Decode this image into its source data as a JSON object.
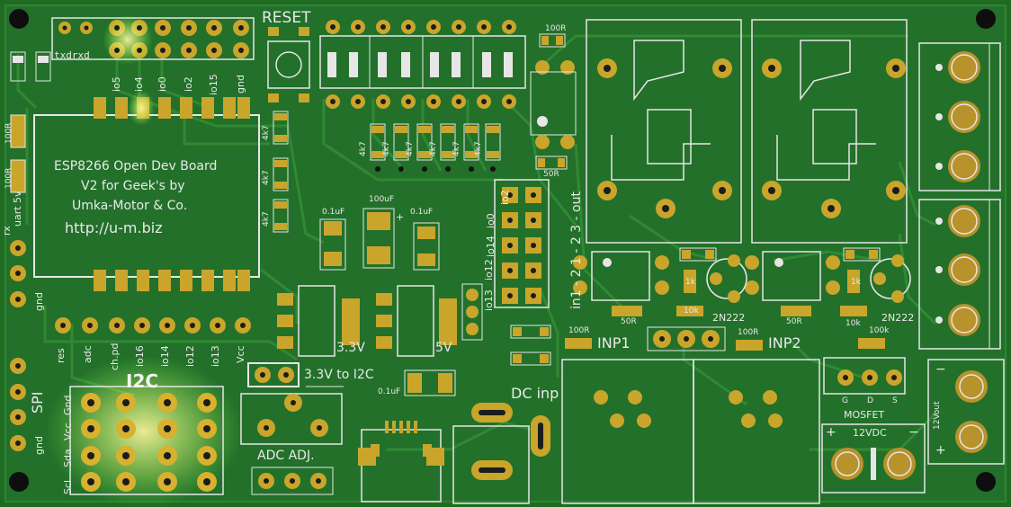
{
  "board": {
    "colors": {
      "board": "#1f6b21",
      "copper_fill": "#27762a",
      "trace": "#2f8a33",
      "silk": "#e6e6e6",
      "pad": "#c9a52b",
      "pad_dark": "#a6821b",
      "hole": "#1c1c1c",
      "smd": "#b8922a"
    },
    "reset_label": "RESET",
    "top_header": {
      "txdrxd": "txdrxd",
      "pins": [
        "io5",
        "io4",
        "io0",
        "io2",
        "io15",
        "gnd"
      ]
    },
    "esp_title": [
      "ESP8266 Open Dev Board",
      "V2 for Geek's by",
      "Umka-Motor & Co."
    ],
    "esp_url": "http://u-m.biz",
    "left_labels": {
      "rx": "rx",
      "uart": "uart 5v",
      "gnd_top": "gnd",
      "spi": "SPI",
      "gnd_bottom": "gnd",
      "r100_top": "100R",
      "r100_bot": "100R"
    },
    "bottom_header_pins": [
      "res",
      "adc",
      "ch.pd",
      "io16",
      "io14",
      "io12",
      "io13",
      "Vcc"
    ],
    "i2c": {
      "title": "I2C",
      "rows": [
        "Gnd",
        "Vcc",
        "Sda",
        "Scl"
      ]
    },
    "jumper_label": "3.3V to I2C",
    "adc_label": "ADC ADJ.",
    "regulators": {
      "v33": "3.3V",
      "v5": "5V"
    },
    "caps": {
      "c1": "0.1uF",
      "c2": "100uF",
      "c3": "0.1uF",
      "c4": "0.1uF",
      "plus": "+"
    },
    "resistors_4k7": [
      "4k7",
      "4k7",
      "4k7",
      "4k7",
      "4k7",
      "4k7"
    ],
    "side_4k7": [
      "4k7",
      "4k7",
      "4k7"
    ],
    "io_column": [
      "io2",
      "io0",
      "io14",
      "io12",
      "io13"
    ],
    "relay_io": "in1 - 2 1 - 2 3 - out",
    "r_labels": {
      "r100_top": "100R",
      "r50_a": "50R",
      "r50_b": "50R",
      "r50_c": "50R",
      "r100_inp1": "100R",
      "r100_inp2": "100R",
      "r100k": "100k",
      "r1k_a": "1k",
      "r1k_b": "1k",
      "r10k_a": "10k",
      "r10k_b": "10k"
    },
    "transistors": [
      "2N222",
      "2N222"
    ],
    "inputs": [
      "INP1",
      "INP2"
    ],
    "dc_inp": "DC inp",
    "mosfet": {
      "label": "MOSFET",
      "pins": [
        "G",
        "D",
        "S"
      ]
    },
    "vdc12": "12VDC",
    "vout12": "12Vout",
    "minus": "−",
    "plus2": "+"
  }
}
